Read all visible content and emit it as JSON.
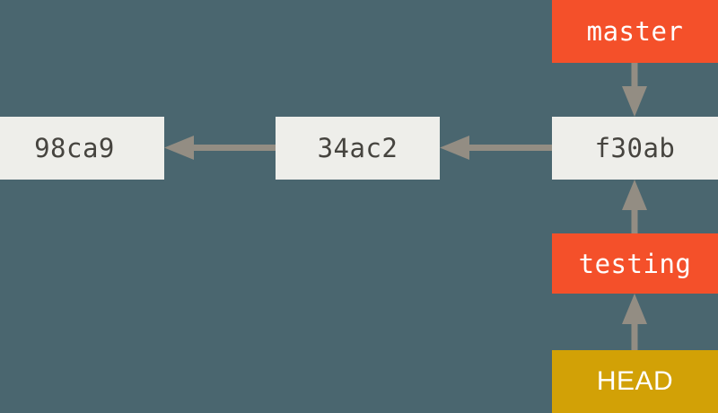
{
  "diagram": {
    "title": "Git branch pointers diagram",
    "background_color": "#4a666f",
    "arrow_color": "#938d83",
    "commit_box_color": "#eeeeea",
    "commit_text_color": "#46443f",
    "branch_label_color": "#f4502a",
    "head_label_color": "#d2a106",
    "label_text_color": "#ffffff",
    "commits": [
      {
        "id": "commit-98ca9",
        "label": "98ca9"
      },
      {
        "id": "commit-34ac2",
        "label": "34ac2"
      },
      {
        "id": "commit-f30ab",
        "label": "f30ab"
      }
    ],
    "refs": [
      {
        "id": "branch-master",
        "label": "master",
        "kind": "branch"
      },
      {
        "id": "branch-testing",
        "label": "testing",
        "kind": "branch"
      },
      {
        "id": "pointer-head",
        "label": "HEAD",
        "kind": "head"
      }
    ],
    "arrows": [
      {
        "id": "arrow-34ac2-to-98ca9",
        "from": "34ac2",
        "to": "98ca9",
        "direction": "left"
      },
      {
        "id": "arrow-f30ab-to-34ac2",
        "from": "f30ab",
        "to": "34ac2",
        "direction": "left"
      },
      {
        "id": "arrow-master-to-f30ab",
        "from": "master",
        "to": "f30ab",
        "direction": "down"
      },
      {
        "id": "arrow-testing-to-f30ab",
        "from": "testing",
        "to": "f30ab",
        "direction": "up"
      },
      {
        "id": "arrow-head-to-testing",
        "from": "HEAD",
        "to": "testing",
        "direction": "up"
      }
    ]
  }
}
